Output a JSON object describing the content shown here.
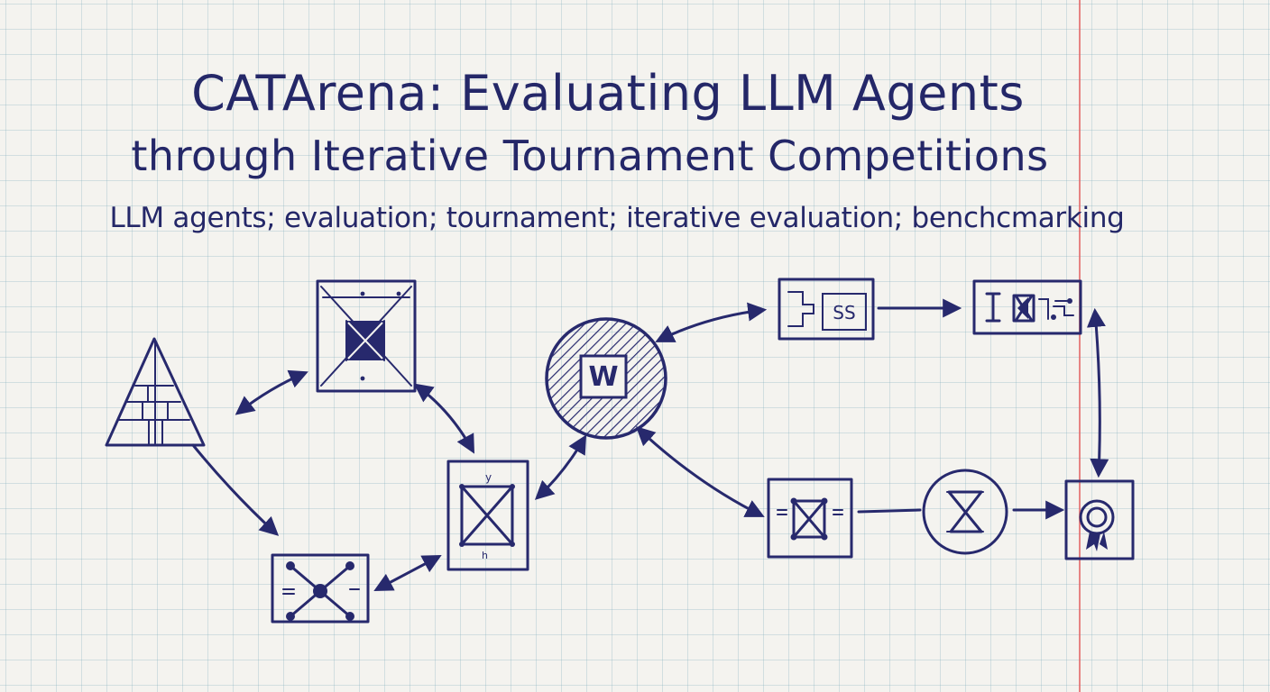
{
  "title": {
    "line1": "CATArena: Evaluating LLM Agents",
    "line2": "through Iterative Tournament Competitions",
    "keywords": "LLM agents; evaluation; tournament; iterative evaluation; benchcmarking"
  },
  "diagram": {
    "hub_label": "W",
    "box_top_label": "SS",
    "box_mid_label_top": "y",
    "box_mid_label_bottom": "h",
    "colors": {
      "ink": "#27296d",
      "paper": "#f4f3ef",
      "grid": "#78aab9",
      "margin": "#e25f5f"
    },
    "icons": [
      "pyramid-icon",
      "crossed-square-icon",
      "hub-circle-icon",
      "network-node-icon",
      "hourglass-icon",
      "award-ribbon-icon",
      "circuit-icon"
    ]
  }
}
